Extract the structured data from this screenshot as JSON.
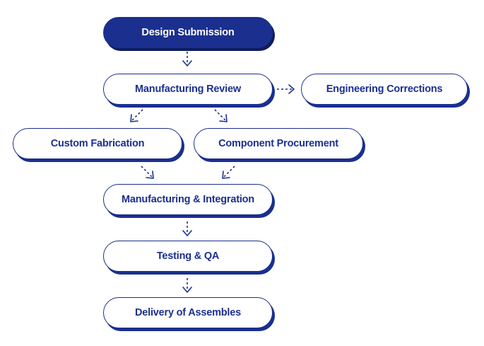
{
  "colors": {
    "primary": "#1b2f8f",
    "background": "#ffffff"
  },
  "nodes": {
    "design_submission": "Design Submission",
    "manufacturing_review": "Manufacturing Review",
    "engineering_corrections": "Engineering Corrections",
    "custom_fabrication": "Custom Fabrication",
    "component_procurement": "Component Procurement",
    "manufacturing_integration": "Manufacturing & Integration",
    "testing_qa": "Testing & QA",
    "delivery": "Delivery of Assembles"
  }
}
